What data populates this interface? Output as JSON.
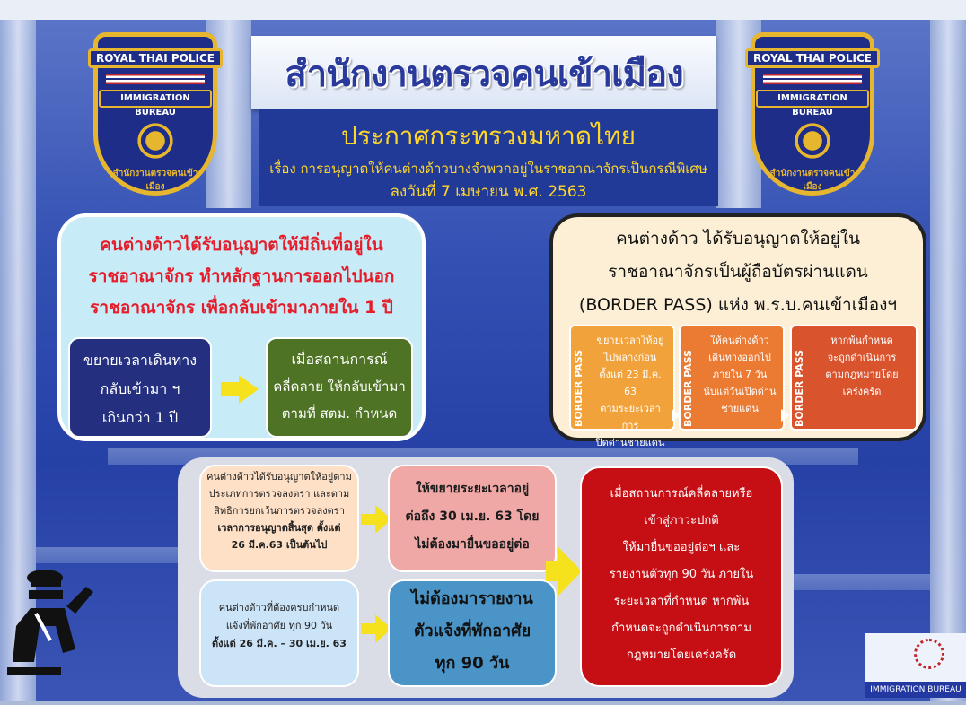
{
  "header": {
    "title": "สำนักงานตรวจคนเข้าเมือง",
    "subtitle": "ประกาศกระทรวงมหาดไทย",
    "subject": "เรื่อง การอนุญาตให้คนต่างด้าวบางจำพวกอยู่ในราชอาณาจักรเป็นกรณีพิเศษ",
    "date": "ลงวันที่ 7 เมษายน พ.ศ. 2563"
  },
  "badge": {
    "top_text": "ROYAL THAI POLICE",
    "bureau_text": "IMMIGRATION BUREAU",
    "arc_text": "สำนักงานตรวจคนเข้าเมือง"
  },
  "left_panel": {
    "heading_lines": [
      "คนต่างด้าวได้รับอนุญาตให้มีถิ่นที่อยู่ใน",
      "ราชอาณาจักร ทำหลักฐานการออกไปนอก",
      "ราชอาณาจักร เพื่อกลับเข้ามาภายใน 1 ปี"
    ],
    "navy_lines": [
      "ขยายเวลาเดินทาง",
      "กลับเข้ามา ฯ",
      "เกินกว่า 1 ปี"
    ],
    "green_lines": [
      "เมื่อสถานการณ์",
      "คลี่คลาย ให้กลับเข้ามา",
      "ตามที่ สตม. กำหนด"
    ]
  },
  "right_panel": {
    "heading_lines": [
      "คนต่างด้าว ได้รับอนุญาตให้อยู่ใน",
      "ราชอาณาจักรเป็นผู้ถือบัตรผ่านแดน",
      "(BORDER PASS) แห่ง พ.ร.บ.คนเข้าเมืองฯ"
    ],
    "cards": [
      {
        "label": "BORDER PASS",
        "lines": [
          "ขยายเวลาให้อยู่",
          "ไปพลางก่อน",
          "ตั้งแต่ 23 มี.ค. 63",
          "ตามระยะเวลาการ",
          "ปิดด่านชายแดน"
        ],
        "color": "#f2a23b"
      },
      {
        "label": "BORDER PASS",
        "lines": [
          "ให้คนต่างด้าว",
          "เดินทางออกไป",
          "ภายใน 7 วัน",
          "นับแต่วันเปิดด่าน",
          "ชายแดน"
        ],
        "color": "#eb7a33"
      },
      {
        "label": "BORDER PASS",
        "lines": [
          "หากพ้นกำหนด",
          "จะถูกดำเนินการ",
          "ตามกฎหมายโดย",
          "เคร่งครัด"
        ],
        "color": "#d9532c"
      }
    ]
  },
  "bottom_panel": {
    "cell1_lines": [
      "คนต่างด้าวได้รับอนุญาตให้อยู่ตาม",
      "ประเภทการตรวจลงตรา และตาม",
      "สิทธิการยกเว้นการตรวจลงตรา",
      "เวลาการอนุญาตสิ้นสุด ตั้งแต่",
      "26 มี.ค.63 เป็นต้นไป"
    ],
    "cell2_lines": [
      "ให้ขยายระยะเวลาอยู่",
      "ต่อถึง 30 เม.ย. 63 โดย",
      "ไม่ต้องมายื่นขออยู่ต่อ"
    ],
    "cell3_lines": [
      "คนต่างด้าวที่ต้องครบกำหนด",
      "แจ้งที่พักอาศัย ทุก 90 วัน",
      "ตั้งแต่ 26 มี.ค. – 30 เม.ย. 63"
    ],
    "cell4_lines": [
      "ไม่ต้องมารายงาน",
      "ตัวแจ้งที่พักอาศัย",
      "ทุก 90 วัน"
    ],
    "cell5_lines": [
      "เมื่อสถานการณ์คลี่คลายหรือ",
      "เข้าสู่ภาวะปกติ",
      "ให้มายื่นขออยู่ต่อฯ และ",
      "รายงานตัวทุก 90 วัน ภายใน",
      "ระยะเวลาที่กำหนด หากพ้น",
      "กำหนดจะถูกดำเนินการตาม",
      "กฎหมายโดยเคร่งครัด"
    ]
  },
  "footer": {
    "logo_label": "IMMIGRATION BUREAU"
  }
}
